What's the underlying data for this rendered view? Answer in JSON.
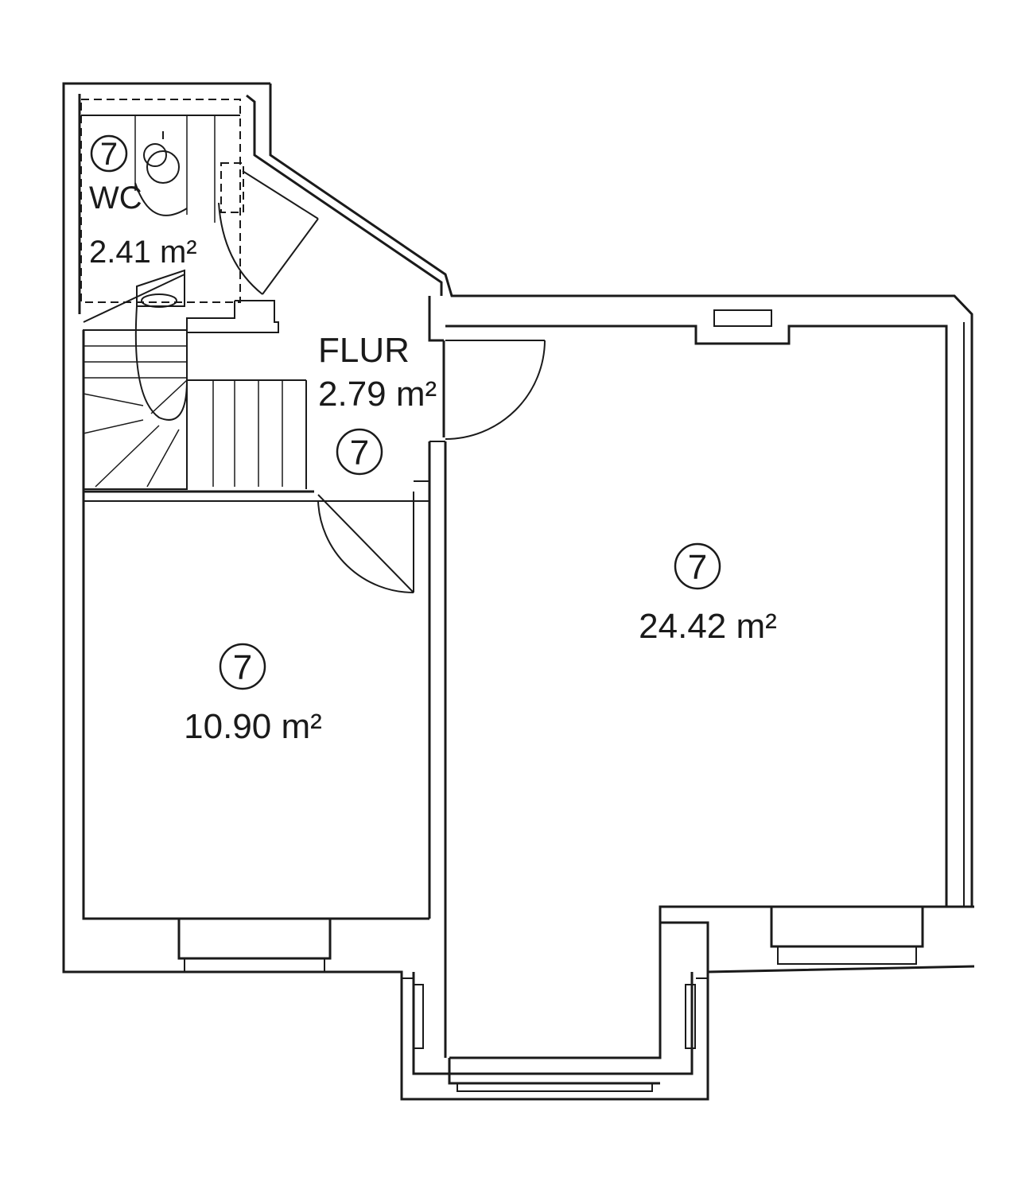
{
  "floor_plan": {
    "rooms": {
      "wc": {
        "name": "WC",
        "area": "2.41 m²",
        "badge": "7"
      },
      "flur": {
        "name": "FLUR",
        "area": "2.79 m²",
        "badge": "7"
      },
      "room_left": {
        "area": "10.90 m²",
        "badge": "7"
      },
      "room_right": {
        "area": "24.42 m²",
        "badge": "7"
      }
    }
  }
}
